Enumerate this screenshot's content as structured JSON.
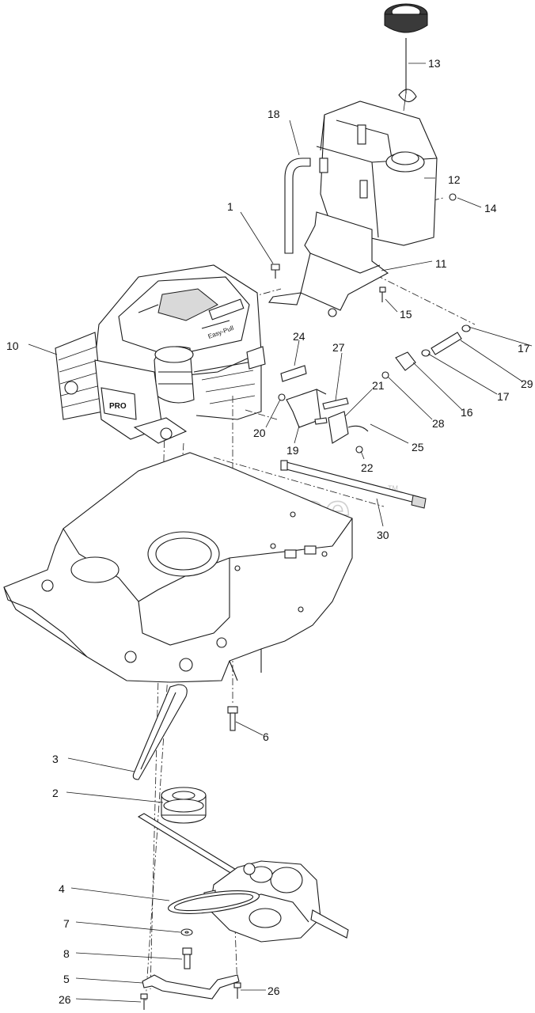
{
  "watermark": {
    "text": "PartsTree",
    "trademark": "TM"
  },
  "engine_labels": {
    "easy_pull": "Easy-Pull",
    "pro": "PRO"
  },
  "callouts": [
    {
      "id": "c1",
      "label": "1"
    },
    {
      "id": "c2",
      "label": "2"
    },
    {
      "id": "c3",
      "label": "3"
    },
    {
      "id": "c4",
      "label": "4"
    },
    {
      "id": "c5",
      "label": "5"
    },
    {
      "id": "c6",
      "label": "6"
    },
    {
      "id": "c7",
      "label": "7"
    },
    {
      "id": "c8",
      "label": "8"
    },
    {
      "id": "c10",
      "label": "10"
    },
    {
      "id": "c11",
      "label": "11"
    },
    {
      "id": "c12",
      "label": "12"
    },
    {
      "id": "c13",
      "label": "13"
    },
    {
      "id": "c14",
      "label": "14"
    },
    {
      "id": "c15",
      "label": "15"
    },
    {
      "id": "c16",
      "label": "16"
    },
    {
      "id": "c17a",
      "label": "17"
    },
    {
      "id": "c17b",
      "label": "17"
    },
    {
      "id": "c18",
      "label": "18"
    },
    {
      "id": "c19",
      "label": "19"
    },
    {
      "id": "c20",
      "label": "20"
    },
    {
      "id": "c21",
      "label": "21"
    },
    {
      "id": "c22",
      "label": "22"
    },
    {
      "id": "c24",
      "label": "24"
    },
    {
      "id": "c25",
      "label": "25"
    },
    {
      "id": "c26a",
      "label": "26"
    },
    {
      "id": "c26b",
      "label": "26"
    },
    {
      "id": "c27",
      "label": "27"
    },
    {
      "id": "c28",
      "label": "28"
    },
    {
      "id": "c29",
      "label": "29"
    },
    {
      "id": "c30",
      "label": "30"
    }
  ]
}
